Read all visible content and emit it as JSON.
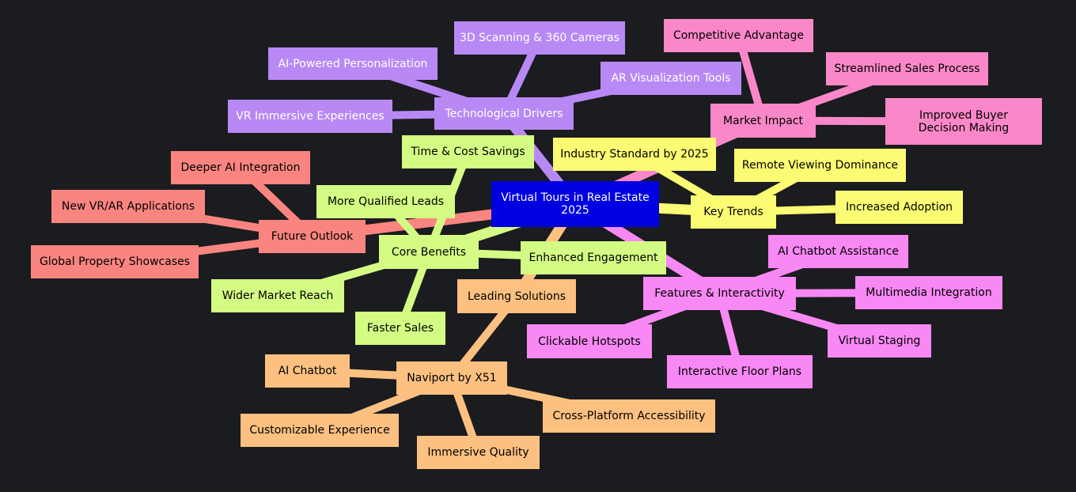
{
  "root": {
    "label": "Virtual Tours in Real Estate 2025"
  },
  "branches": {
    "tech": {
      "label": "Technological Drivers",
      "children": [
        "3D Scanning & 360 Cameras",
        "AI-Powered Personalization",
        "AR Visualization Tools",
        "VR Immersive Experiences"
      ]
    },
    "market": {
      "label": "Market Impact",
      "children": [
        "Competitive Advantage",
        "Streamlined Sales Process",
        "Improved Buyer Decision Making"
      ]
    },
    "trends": {
      "label": "Key Trends",
      "children": [
        "Industry Standard by 2025",
        "Remote Viewing Dominance",
        "Increased Adoption"
      ]
    },
    "future": {
      "label": "Future Outlook",
      "children": [
        "Deeper AI Integration",
        "New VR/AR Applications",
        "Global Property Showcases"
      ]
    },
    "benefits": {
      "label": "Core Benefits",
      "children": [
        "Time & Cost Savings",
        "More Qualified Leads",
        "Enhanced Engagement",
        "Wider Market Reach",
        "Faster Sales"
      ]
    },
    "solutions": {
      "label": "Leading Solutions",
      "sub": {
        "label": "Naviport by X51",
        "children": [
          "AI Chatbot",
          "Cross-Platform Accessibility",
          "Customizable Experience",
          "Immersive Quality"
        ]
      }
    },
    "features": {
      "label": "Features & Interactivity",
      "children": [
        "AI Chatbot Assistance",
        "Multimedia Integration",
        "Clickable Hotspots",
        "Virtual Staging",
        "Interactive Floor Plans"
      ]
    }
  },
  "colors": {
    "background": "#1b1c1f",
    "root": "#0000e0",
    "tech": "#b889f5",
    "market": "#fa88c8",
    "trends": "#fcfc74",
    "future": "#fa8580",
    "benefits": "#d4fc84",
    "solutions": "#fcc081",
    "features": "#f888f4"
  }
}
